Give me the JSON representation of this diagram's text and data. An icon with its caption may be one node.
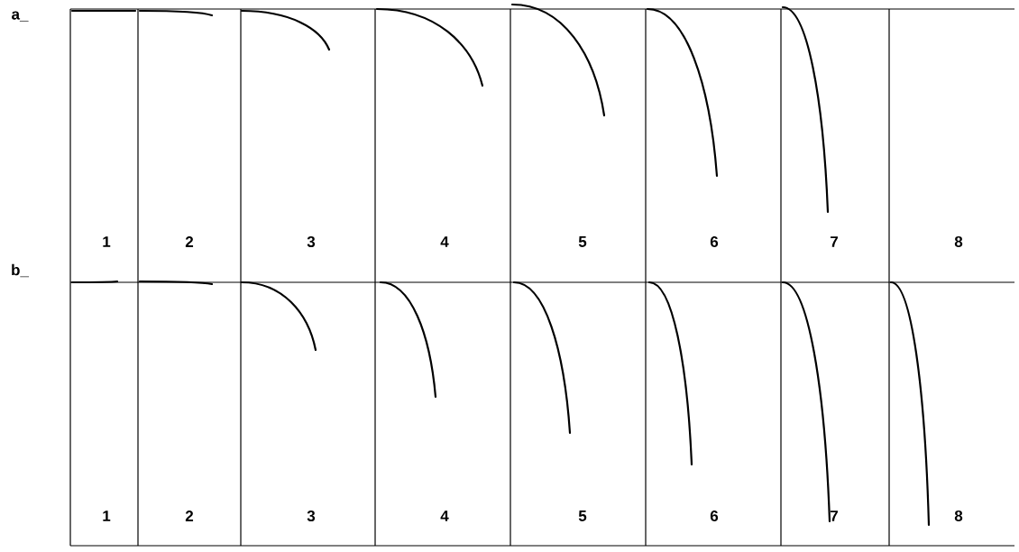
{
  "diagram": {
    "labels": [
      "a_",
      "1",
      "2",
      "3",
      "4",
      "5",
      "6",
      "7",
      "8",
      "b_",
      "1",
      "2",
      "3",
      "4",
      "5",
      "6",
      "7",
      "8"
    ]
  }
}
